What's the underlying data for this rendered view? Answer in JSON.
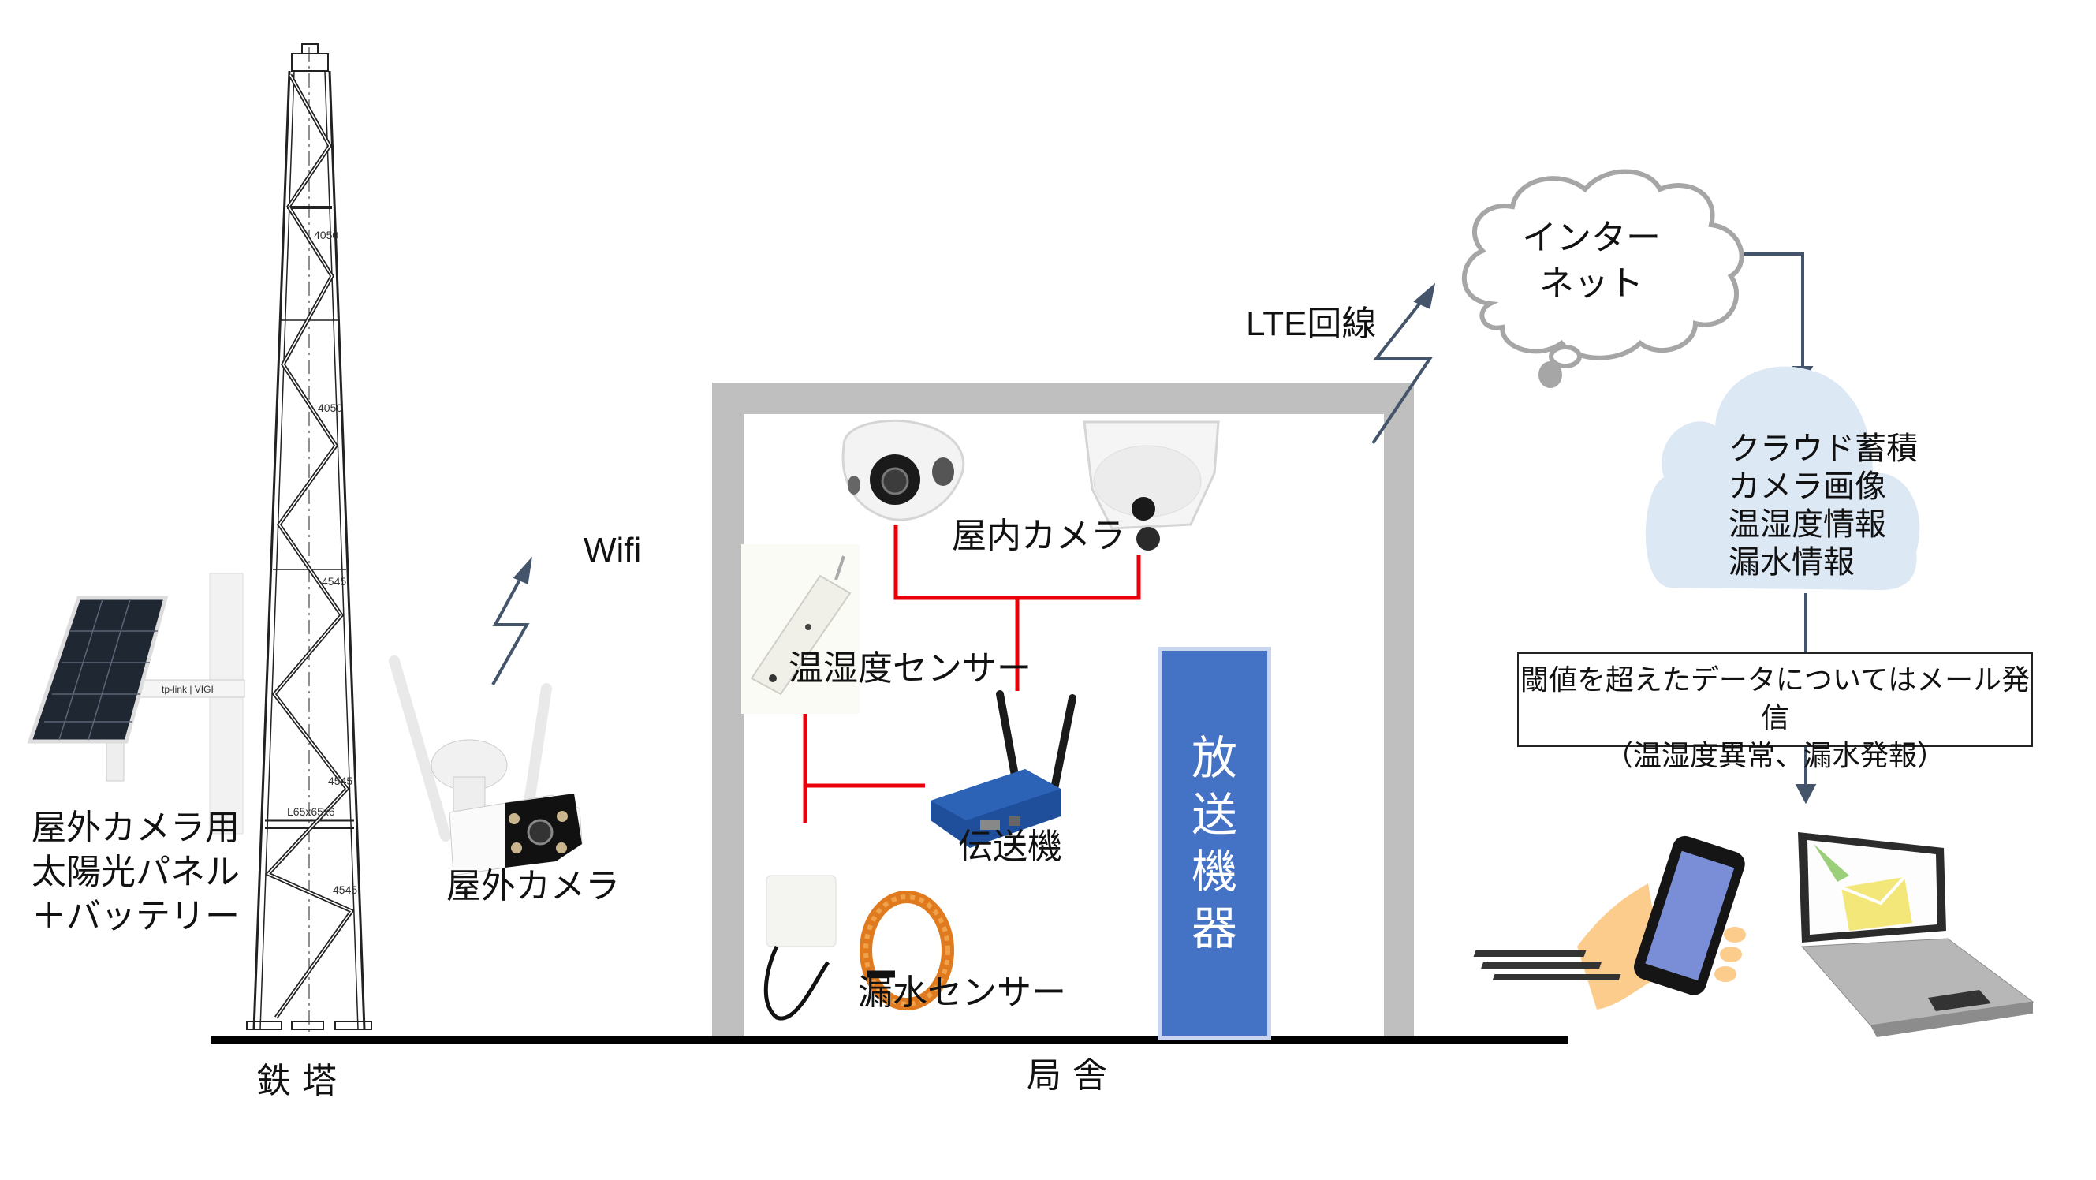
{
  "title": "監視システム構成図",
  "labels": {
    "tower": "鉄 塔",
    "building": "局 舎",
    "solar_panel": [
      "屋外カメラ用",
      "太陽光パネル",
      "＋バッテリー"
    ],
    "outdoor_camera": "屋外カメラ",
    "wifi": "Wifi",
    "indoor_camera": "屋内カメラ",
    "temp_humidity_sensor": "温湿度センサー",
    "transmitter": "伝送機",
    "water_leak_sensor": "漏水センサー",
    "broadcast_equipment": [
      "放",
      "送",
      "機",
      "器"
    ],
    "lte_line": "LTE回線",
    "internet": [
      "インター",
      "ネット"
    ],
    "cloud_storage": [
      "クラウド蓄積",
      "カメラ画像",
      "温湿度情報",
      "漏水情報"
    ],
    "notice": [
      "閾値を超えたデータについてはメール発信",
      "（温湿度異常、漏水発報）"
    ],
    "tower_markings": [
      "4050",
      "4050",
      "4545",
      "4545",
      "L65x65x6",
      "4545"
    ],
    "brand_mark": "tp-link | VIGI"
  },
  "colors": {
    "wall_gray": "#bfbfbf",
    "broadcast_blue": "#4472c4",
    "wire_red": "#e8000b",
    "arrow_navy": "#44546a",
    "cloud_fill": "#dde8f5",
    "internet_outline": "#a6a6a6"
  },
  "icons": {
    "phone": "smartphone-in-hand-icon",
    "laptop": "laptop-with-mail-icon",
    "solar": "solar-panel-icon",
    "outdoor_cam": "bullet-camera-icon",
    "dome_cam": "dome-camera-icon",
    "turret_cam": "turret-camera-icon",
    "router": "lte-router-icon",
    "th_sensor": "temperature-humidity-sensor-icon",
    "leak_sensor": "water-leak-sensor-icon"
  }
}
